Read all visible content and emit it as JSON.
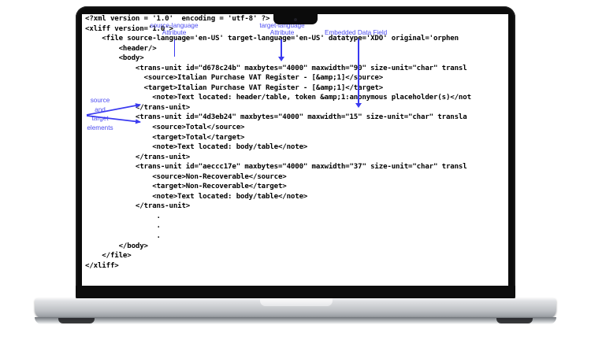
{
  "device": {
    "type": "laptop",
    "screen_background": "#ffffff"
  },
  "annotations": {
    "source_language": {
      "line1": "source-language",
      "line2": "Attribute"
    },
    "target_language": {
      "line1": "target-language",
      "line2": "Attribute"
    },
    "embedded_data": {
      "line1": "Embedded Data Field"
    },
    "source_target": {
      "line1": "source",
      "line2": "and",
      "line3": "target",
      "line4": "elements"
    },
    "color": "#4c4cf0"
  },
  "code": {
    "language": "xml",
    "lines": [
      "<?xml version = '1.0'  encoding = 'utf-8' ?>",
      "<xliff version='1.0'>",
      "    <file source-language='en-US' target-language='en-US' datatype='XDO' original='orphen",
      "        <header/>",
      "        <body>",
      "            <trans-unit id=\"d678c24b\" maxbytes=\"4000\" maxwidth=\"90\" size-unit=\"char\" transl",
      "              <source>Italian Purchase VAT Register - [&amp;1]</source>",
      "              <target>Italian Purchase VAT Register - [&amp;1]</target>",
      "                <note>Text located: header/table, token &amp;1:anonymous placeholder(s)</not",
      "            </trans-unit>",
      "            <trans-unit id=\"4d3eb24\" maxbytes=\"4000\" maxwidth=\"15\" size-unit=\"char\" transla",
      "                <source>Total</source>",
      "                <target>Total</target>",
      "                <note>Text located: body/table</note>",
      "            </trans-unit>",
      "            <trans-unit id=\"aeccc17e\" maxbytes=\"4000\" maxwidth=\"37\" size-unit=\"char\" transl",
      "                <source>Non-Recoverable</source>",
      "                <target>Non-Recoverable</target>",
      "                <note>Text located: body/table</note>",
      "            </trans-unit>",
      "                 .",
      "                 .",
      "                 .",
      "        </body>",
      "    </file>",
      "</xliff>"
    ]
  }
}
